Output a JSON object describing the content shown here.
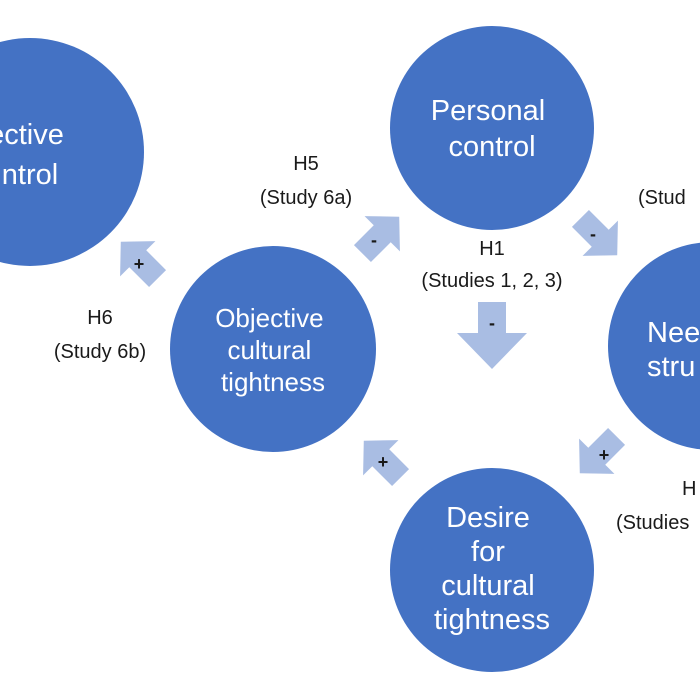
{
  "colors": {
    "node_fill": "#4472c4",
    "node_text": "#ffffff",
    "arrow_fill": "#a9bde3",
    "label_text": "#1a1a1a",
    "background": "#ffffff"
  },
  "nodes": {
    "subjective_control": {
      "lines": [
        "ective",
        "ntrol"
      ]
    },
    "personal_control": {
      "lines": [
        "Personal",
        "control"
      ]
    },
    "objective_tightness": {
      "lines": [
        "Objective",
        "cultural",
        "tightness"
      ]
    },
    "need_structure": {
      "lines": [
        "Nee",
        "stru"
      ]
    },
    "desire_tightness": {
      "lines": [
        "Desire",
        "for",
        "cultural",
        "tightness"
      ]
    }
  },
  "hypotheses": {
    "h5": {
      "title": "H5",
      "study": "(Study 6a)",
      "sign": "-"
    },
    "h6": {
      "title": "H6",
      "study": "(Study 6b)",
      "sign": "+"
    },
    "h1": {
      "title": "H1",
      "study": "(Studies 1, 2, 3)",
      "sign": "-"
    },
    "h_top_right": {
      "study": "(Stud",
      "sign": "-"
    },
    "h_bottom_right": {
      "title": "H",
      "study": "(Studies",
      "sign": "+"
    },
    "h_bottom_left": {
      "sign": "+"
    }
  }
}
